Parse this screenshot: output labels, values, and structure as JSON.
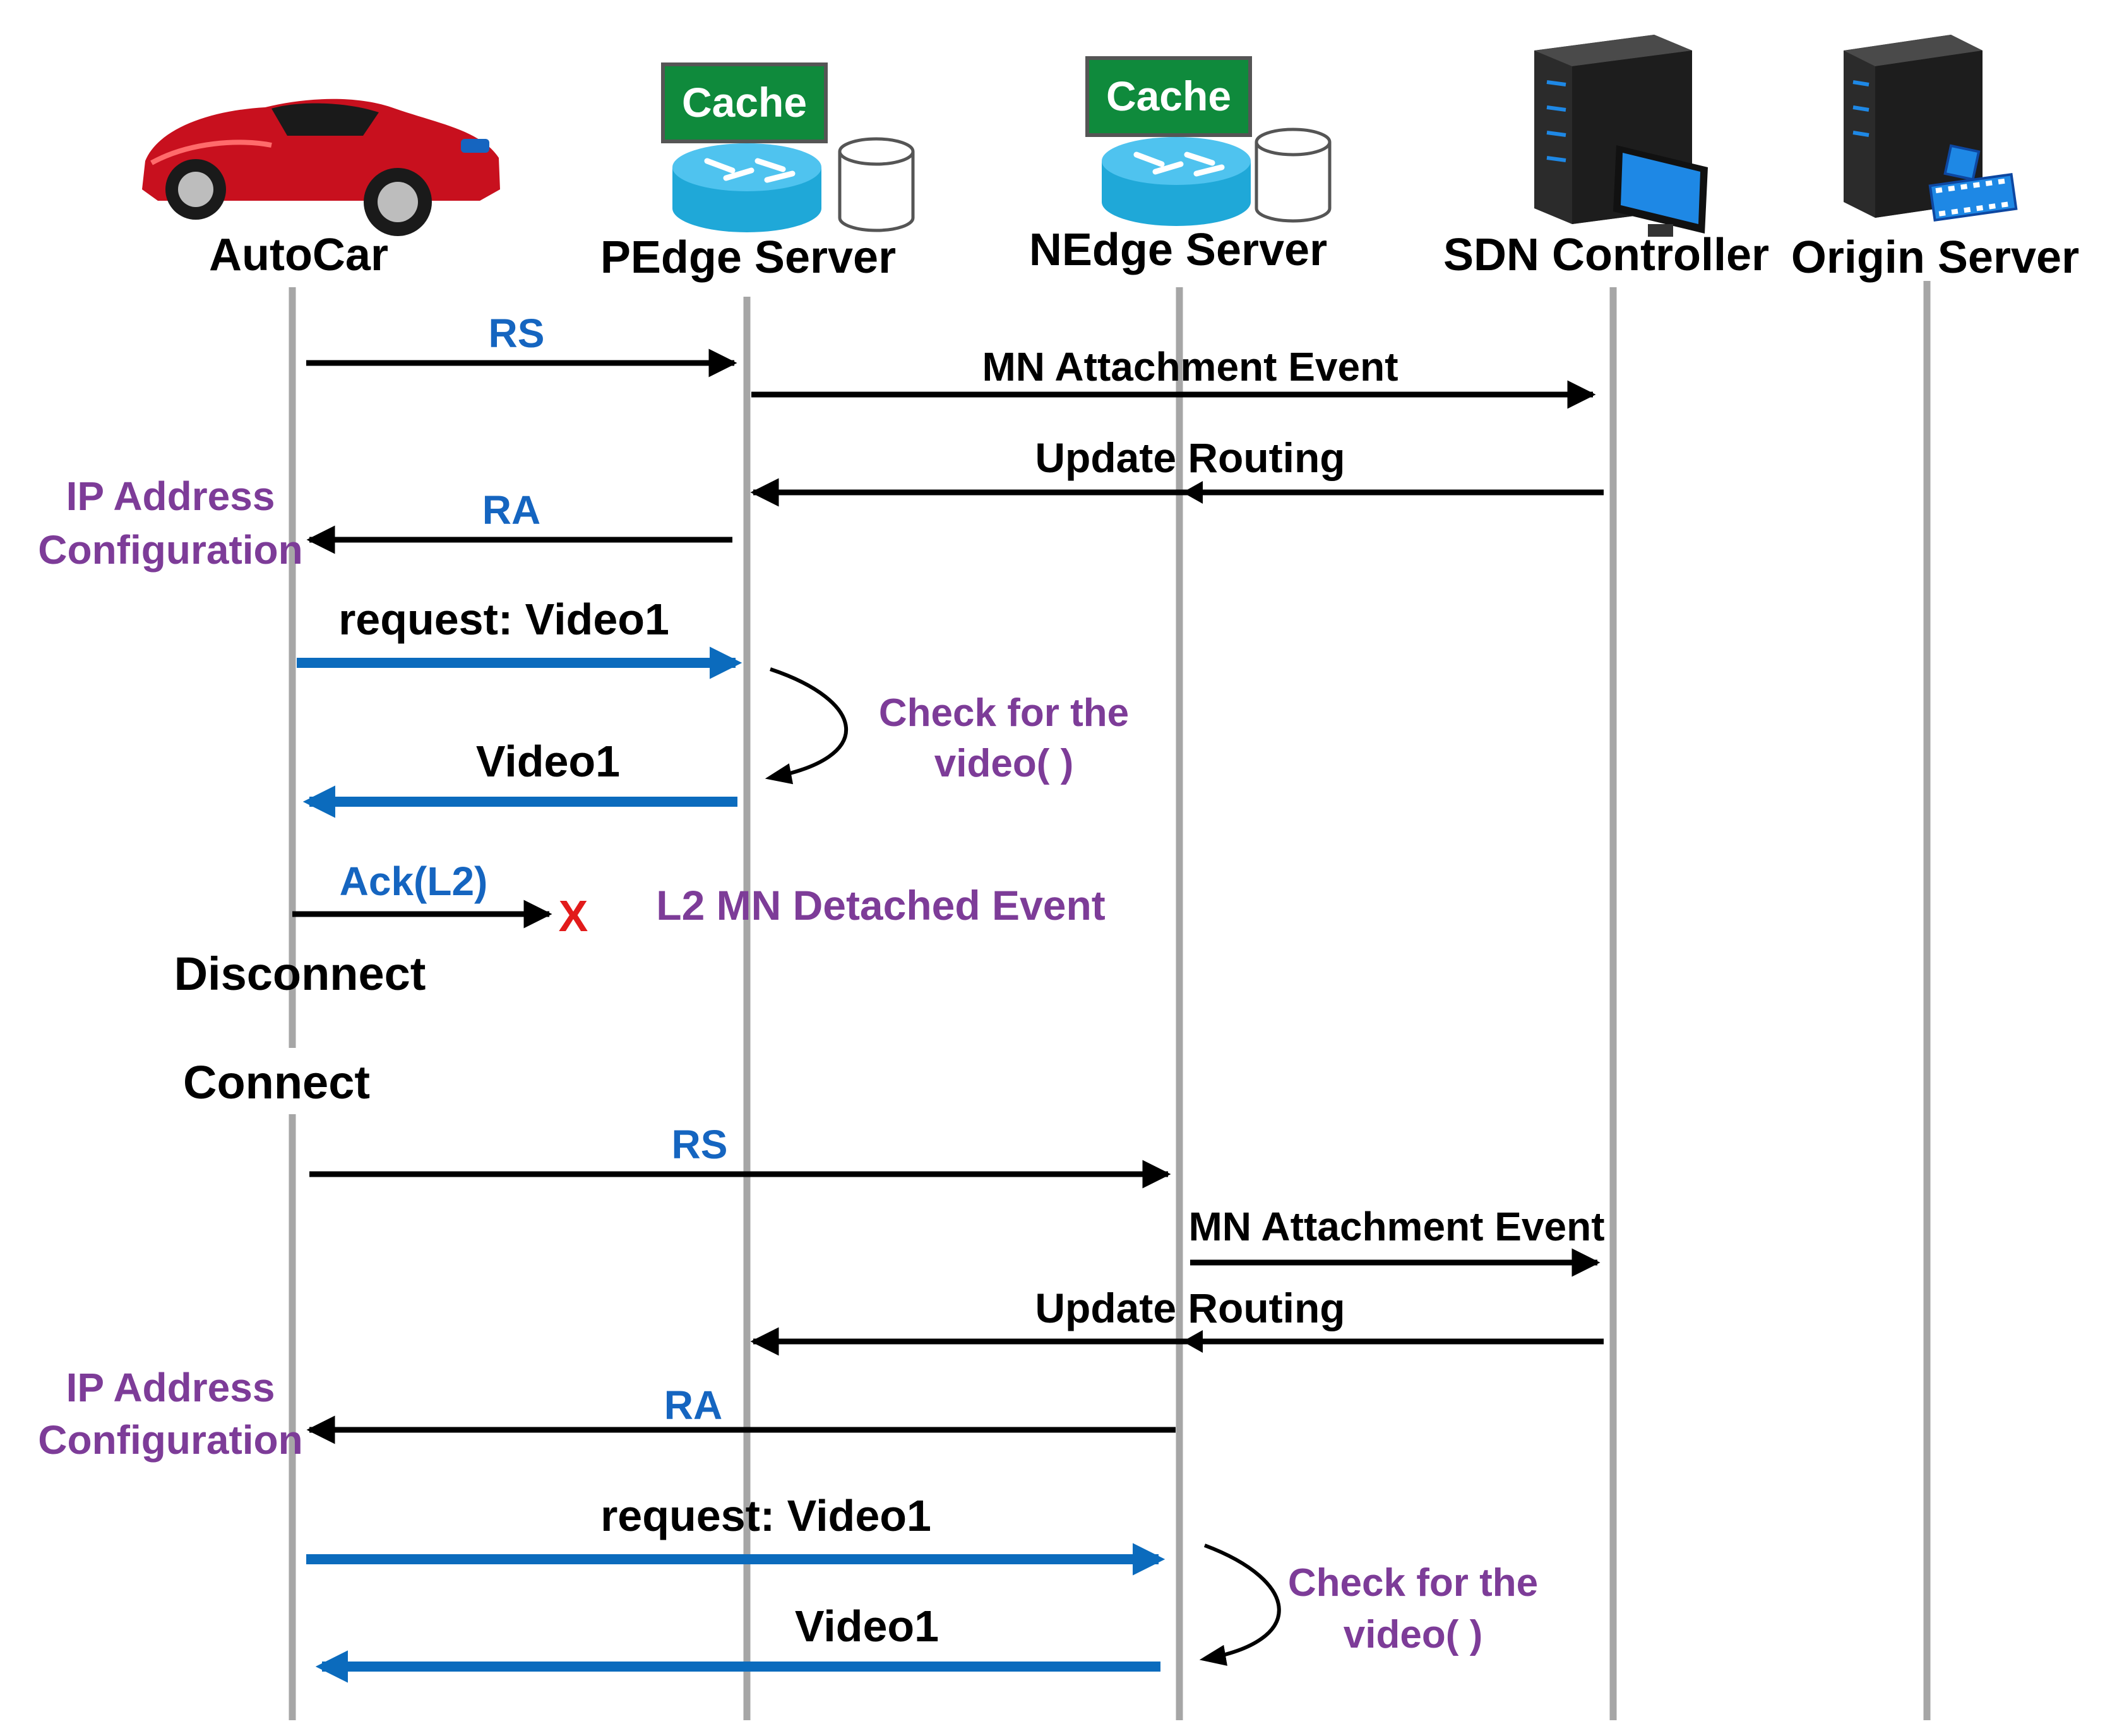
{
  "participants": [
    {
      "id": "autocar",
      "label": "AutoCar",
      "icon": "car-icon"
    },
    {
      "id": "pedge",
      "label": "PEdge Server",
      "icon": "router-cache-icon",
      "badge": "Cache"
    },
    {
      "id": "nedge",
      "label": "NEdge Server",
      "icon": "router-cache-icon",
      "badge": "Cache"
    },
    {
      "id": "sdn",
      "label": "SDN Controller",
      "icon": "server-monitor-icon"
    },
    {
      "id": "origin",
      "label": "Origin Server",
      "icon": "server-film-icon"
    }
  ],
  "messages": {
    "rs1": "RS",
    "mn_attach1": "MN Attachment Event",
    "update_routing1": "Update Routing",
    "ra1": "RA",
    "request1": "request: Video1",
    "video1_a": "Video1",
    "ack": "Ack(L2)",
    "rs2": "RS",
    "mn_attach2": "MN Attachment Event",
    "update_routing2": "Update Routing",
    "ra2": "RA",
    "request2": "request: Video1",
    "video1_b": "Video1"
  },
  "notes": {
    "ip_config_1_line1": "IP Address",
    "ip_config_1_line2": "Configuration",
    "check1_line1": "Check for the",
    "check1_line2": "video( )",
    "detached": "L2 MN Detached Event",
    "disconnect": "Disconnect",
    "connect": "Connect",
    "ip_config_2_line1": "IP Address",
    "ip_config_2_line2": "Configuration",
    "check2_line1": "Check for the",
    "check2_line2": "video( )",
    "fail_mark": "X"
  },
  "colors": {
    "lifeline": "#a6a6a6",
    "arrow_black": "#000000",
    "arrow_blue": "#0b6bbd",
    "label_blue": "#1565c0",
    "note_purple": "#7d3c98",
    "fail_red": "#e21b1b",
    "cache_green": "#0f8a3c",
    "router_cyan": "#1fa8d8",
    "car_red": "#c8101e",
    "server_dark": "#2b2b2b"
  }
}
